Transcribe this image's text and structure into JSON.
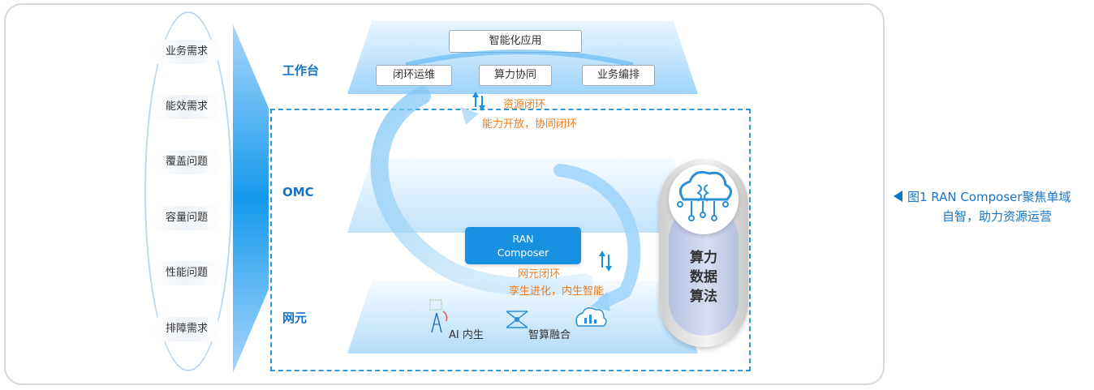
{
  "requirements": [
    "业务需求",
    "能效需求",
    "覆盖问题",
    "容量问题",
    "性能问题",
    "排障需求"
  ],
  "layers": {
    "workbench": "工作台",
    "omc": "OMC",
    "ne": "网元"
  },
  "workbench": {
    "top_box": "智能化应用",
    "boxes": [
      "闭环运维",
      "算力协同",
      "业务编排"
    ]
  },
  "loops": {
    "resource_loop_1": "资源闭环",
    "resource_loop_2": "能力开放，协同闭环",
    "ne_loop_1": "网元闭环",
    "ne_loop_2": "孪生进化，内生智能"
  },
  "ran_composer": {
    "line1": "RAN",
    "line2": "Composer"
  },
  "ne_items": {
    "ai": "AI 内生",
    "fusion": "智算融合"
  },
  "cylinder": {
    "lines": [
      "算力",
      "数据",
      "算法"
    ]
  },
  "caption": {
    "line1": "图1  RAN Composer聚焦单域",
    "line2": "自智，助力资源运营"
  },
  "icons": {
    "cloud_brain": "cloud-brain-icon",
    "tower": "antenna-tower-icon",
    "network": "network-node-icon",
    "cloud": "cloud-chart-icon"
  },
  "colors": {
    "accent_blue": "#1575c8",
    "orange": "#ee7a1a",
    "ran_box": "#1991e3"
  }
}
